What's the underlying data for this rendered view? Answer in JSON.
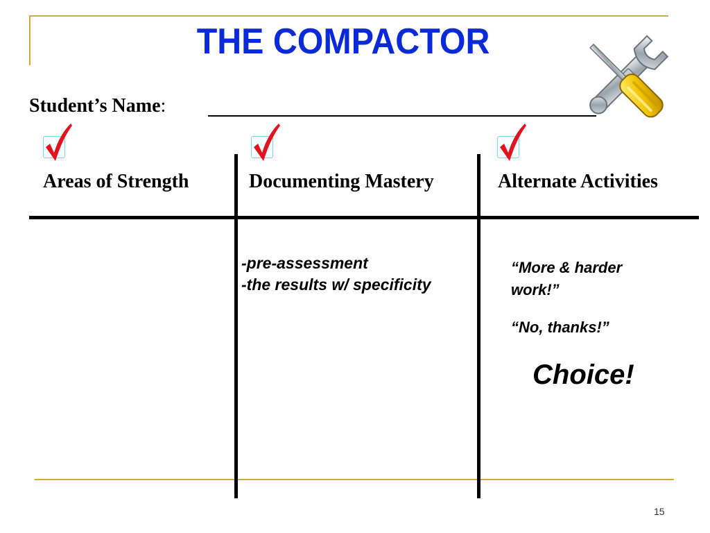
{
  "slide": {
    "title": "THE COMPACTOR",
    "student_label": "Student’s Name",
    "student_colon": ":",
    "page_number": "15"
  },
  "icon": {
    "name": "wrench-screwdriver-icon"
  },
  "columns": [
    {
      "heading": "Areas of Strength",
      "checked": true
    },
    {
      "heading": "Documenting Mastery",
      "checked": true
    },
    {
      "heading": "Alternate Activities",
      "checked": true
    }
  ],
  "mastery_notes": [
    "-pre-assessment",
    "-the results w/ specificity"
  ],
  "alternate": {
    "quote1": "“More & harder work!”",
    "quote2": "“No, thanks!”",
    "choice": "Choice!"
  },
  "colors": {
    "title": "#0a2ad8",
    "accent_frame": "#d6a83a",
    "check": "#e0141e"
  }
}
